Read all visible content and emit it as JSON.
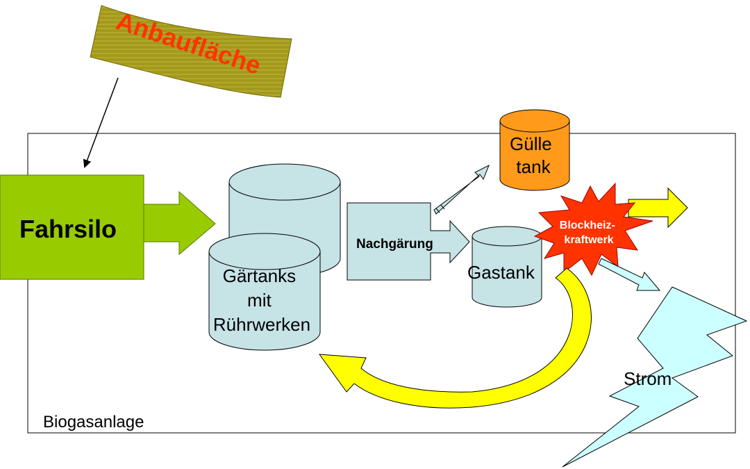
{
  "diagram": {
    "source_flag": {
      "label": "Anbaufläche",
      "fill": "#a39a1c",
      "text_color": "#ff3300"
    },
    "plant_frame": {
      "label": "Biogasanlage"
    },
    "silo": {
      "label": "Fahrsilo",
      "fill": "#99cc00"
    },
    "fermenter": {
      "label_lines": [
        "Gärtanks",
        "mit",
        "Rührwerken"
      ],
      "fill": "#c6e3e6"
    },
    "post_fermentation": {
      "label": "Nachgärung",
      "fill": "#c6e3e6"
    },
    "manure_tank": {
      "label_lines": [
        "Gülle",
        "tank"
      ],
      "fill": "#ff9a1a"
    },
    "gas_tank": {
      "label": "Gastank",
      "fill": "#c6e3e6"
    },
    "chp": {
      "label_lines": [
        "Blockheiz-",
        "kraftwerk"
      ],
      "fill": "#ff3300",
      "text_color": "#ffffff"
    },
    "power": {
      "label": "Strom",
      "fill": "#ccffff"
    },
    "heat_arrows_fill": "#ffff00",
    "pipe_arrow_fill": "#c6e3e6"
  }
}
